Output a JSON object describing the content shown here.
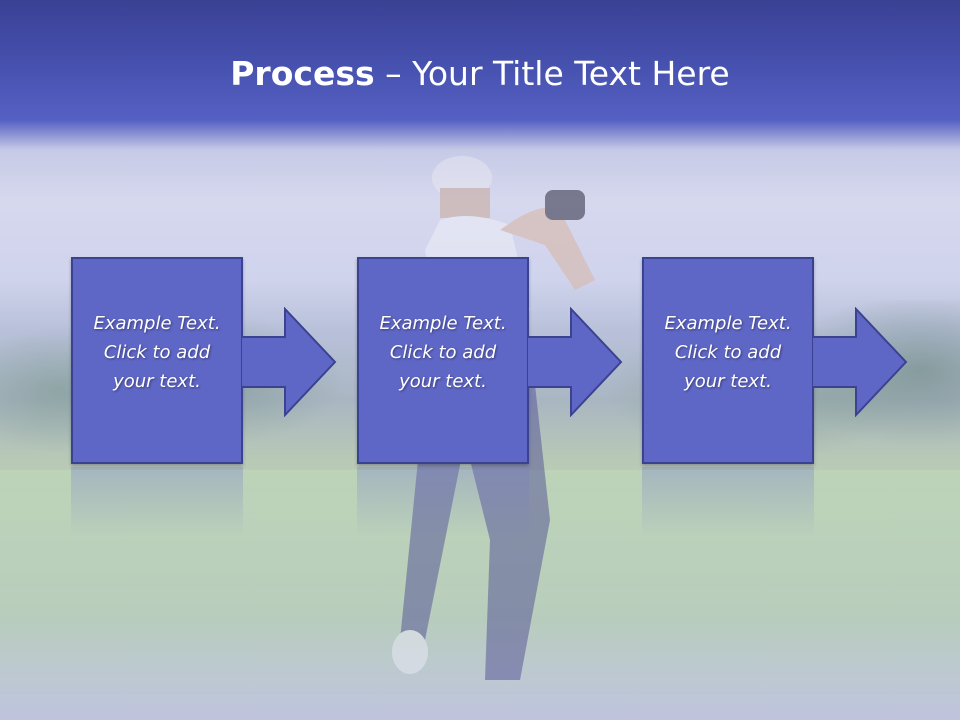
{
  "slide": {
    "title_bold": "Process",
    "title_rest": " – Your Title Text Here",
    "steps": [
      {
        "line1": "Example Text.",
        "line2": "Click  to add",
        "line3": "your text."
      },
      {
        "line1": "Example Text.",
        "line2": "Click  to add",
        "line3": "your text."
      },
      {
        "line1": "Example Text.",
        "line2": "Click  to add",
        "line3": "your text."
      }
    ]
  },
  "colors": {
    "header": "#4550ad",
    "box_fill": "#5f67c6",
    "box_border": "#3b4290",
    "text": "#ffffff"
  },
  "background": {
    "image": "golfer-swinging-photo"
  }
}
